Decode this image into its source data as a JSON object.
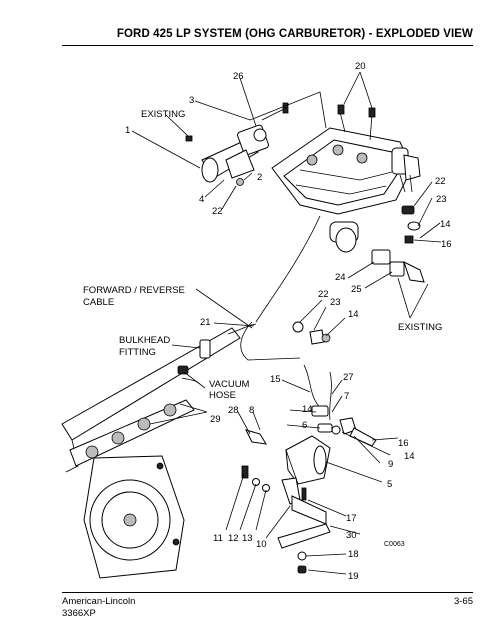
{
  "header": {
    "title": "FORD 425 LP SYSTEM (OHG CARBURETOR) - EXPLODED VIEW"
  },
  "footer": {
    "company": "American-Lincoln",
    "model": "3366XP",
    "page": "3-65"
  },
  "diagram": {
    "image_code": "C0063",
    "callouts": {
      "c1": "1",
      "c2": "2",
      "c3": "3",
      "c4": "4",
      "c5": "5",
      "c6": "6",
      "c7": "7",
      "c8": "8",
      "c9": "9",
      "c10": "10",
      "c11": "11",
      "c12": "12",
      "c13": "13",
      "c14a": "14",
      "c14b": "14",
      "c14c": "14",
      "c14d": "14",
      "c15": "15",
      "c16a": "16",
      "c16b": "16",
      "c17": "17",
      "c18": "18",
      "c19": "19",
      "c20": "20",
      "c21": "21",
      "c22a": "22",
      "c22b": "22",
      "c22c": "22",
      "c23a": "23",
      "c23b": "23",
      "c24": "24",
      "c25": "25",
      "c26": "26",
      "c27": "27",
      "c28": "28",
      "c29": "29",
      "c30": "30"
    },
    "labels": {
      "existing_top": "EXISTING",
      "existing_right": "EXISTING",
      "cable_line1": "FORWARD / REVERSE",
      "cable_line2": "CABLE",
      "bulkhead_line1": "BULKHEAD",
      "bulkhead_line2": "FITTING",
      "vacuum_line1": "VACUUM",
      "vacuum_line2": "HOSE"
    }
  }
}
